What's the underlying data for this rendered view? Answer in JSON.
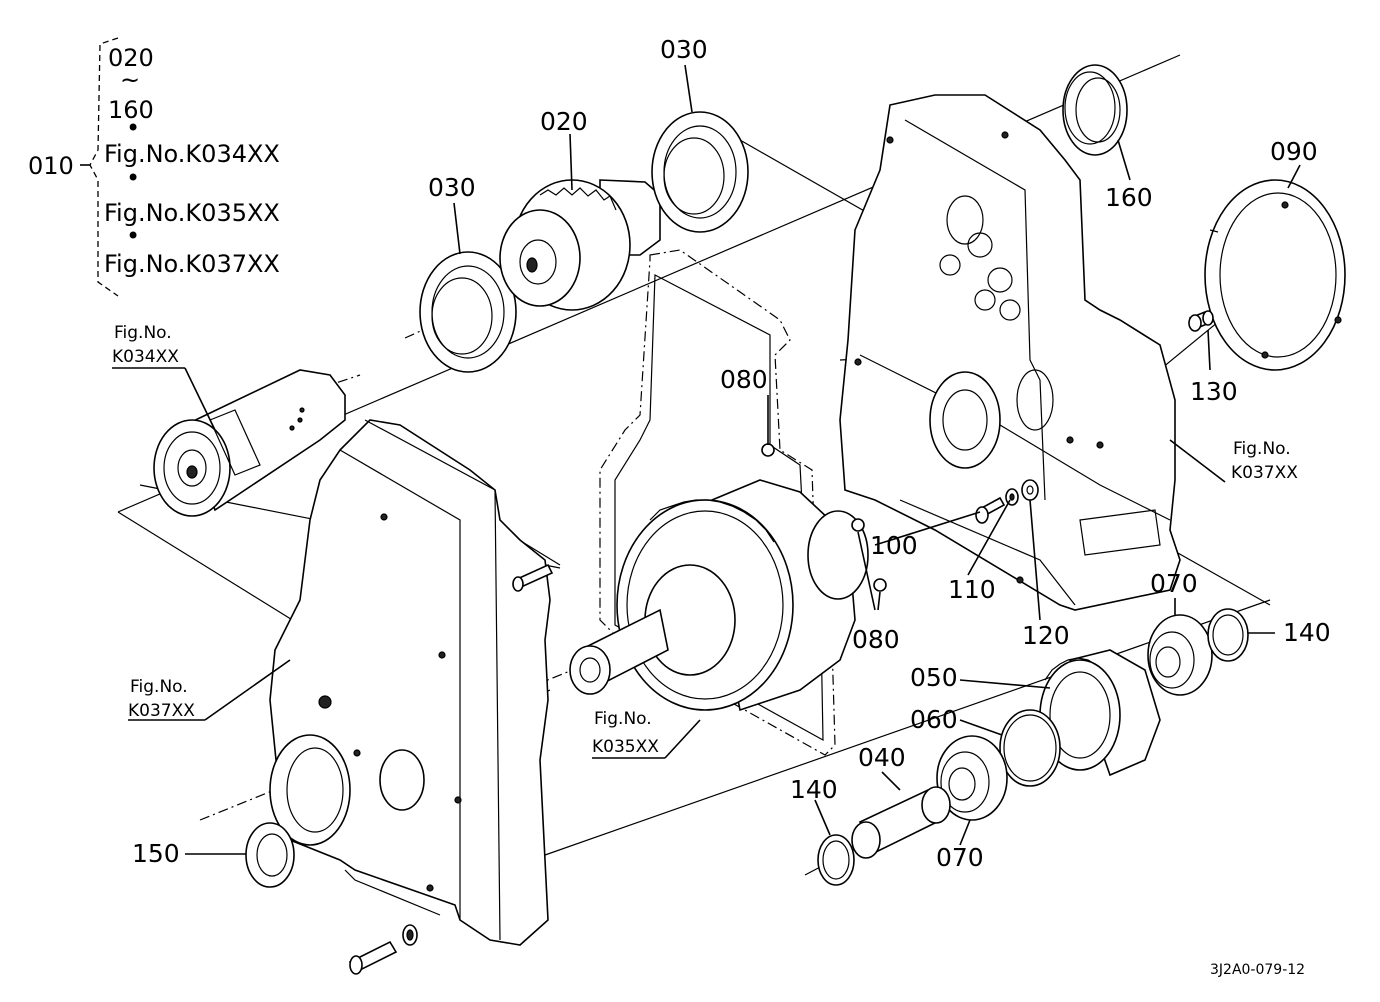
{
  "header": {
    "group_number": "010",
    "range_from": "020",
    "range_tilde": "~",
    "range_to": "160",
    "fig_refs": [
      "Fig.No.K034XX",
      "Fig.No.K035XX",
      "Fig.No.K037XX"
    ],
    "bullet": "•"
  },
  "part_labels": {
    "p020": "020",
    "p030_top": "030",
    "p030_left": "030",
    "p040": "040",
    "p050": "050",
    "p060": "060",
    "p070_right": "070",
    "p070_bottom": "070",
    "p080_top": "080",
    "p080_bottom": "080",
    "p090": "090",
    "p100": "100",
    "p110": "110",
    "p120": "120",
    "p130": "130",
    "p140_right": "140",
    "p140_left": "140",
    "p150": "150",
    "p160": "160"
  },
  "fig_callouts": {
    "k034_line1": "Fig.No.",
    "k034_line2": "K034XX",
    "k037_left_line1": "Fig.No.",
    "k037_left_line2": "K037XX",
    "k035_line1": "Fig.No.",
    "k035_line2": "K035XX",
    "k037_right_line1": "Fig.No.",
    "k037_right_line2": "K037XX"
  },
  "drawing_code": "3J2A0-079-12"
}
